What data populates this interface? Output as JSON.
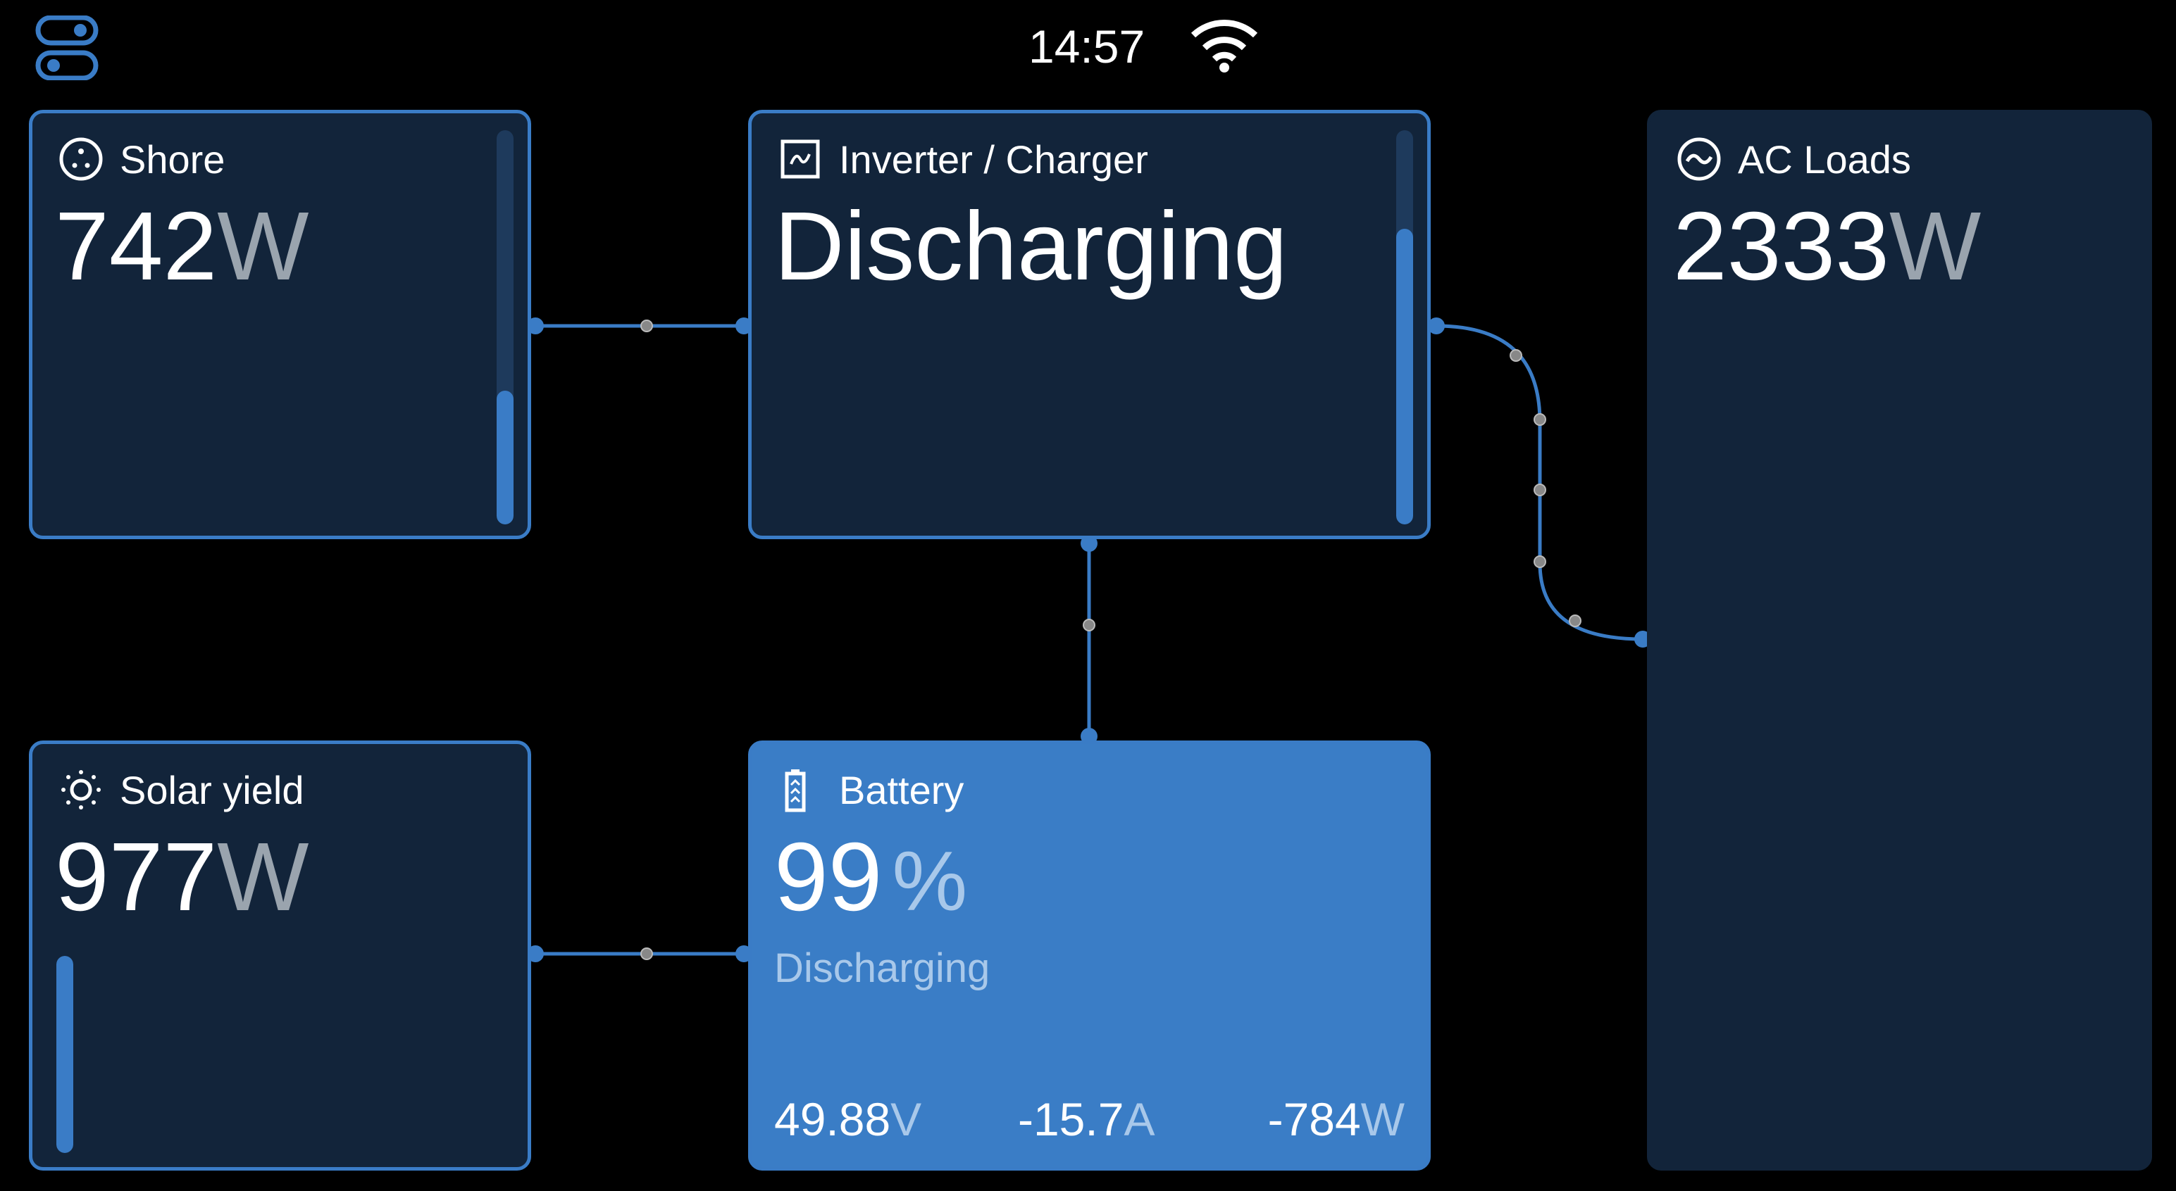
{
  "status_bar": {
    "time": "14:57",
    "wifi_icon": "wifi-icon",
    "menu_icon": "toggles-icon"
  },
  "shore": {
    "title": "Shore",
    "value": "742",
    "unit": "W",
    "bar_fraction": 0.34
  },
  "inverter": {
    "title": "Inverter / Charger",
    "state": "Discharging",
    "bar_fraction": 0.75
  },
  "ac_loads": {
    "title": "AC Loads",
    "value": "2333",
    "unit": "W"
  },
  "solar": {
    "title": "Solar yield",
    "value": "977",
    "unit": "W",
    "bar_fraction": 1.0
  },
  "battery": {
    "title": "Battery",
    "soc": "99",
    "soc_unit": "%",
    "state": "Discharging",
    "voltage": "49.88",
    "voltage_unit": "V",
    "current": "-15.7",
    "current_unit": "A",
    "power": "-784",
    "power_unit": "W"
  },
  "colors": {
    "accent": "#3a7cc6",
    "card_bg": "#12243a",
    "background": "#000000"
  }
}
